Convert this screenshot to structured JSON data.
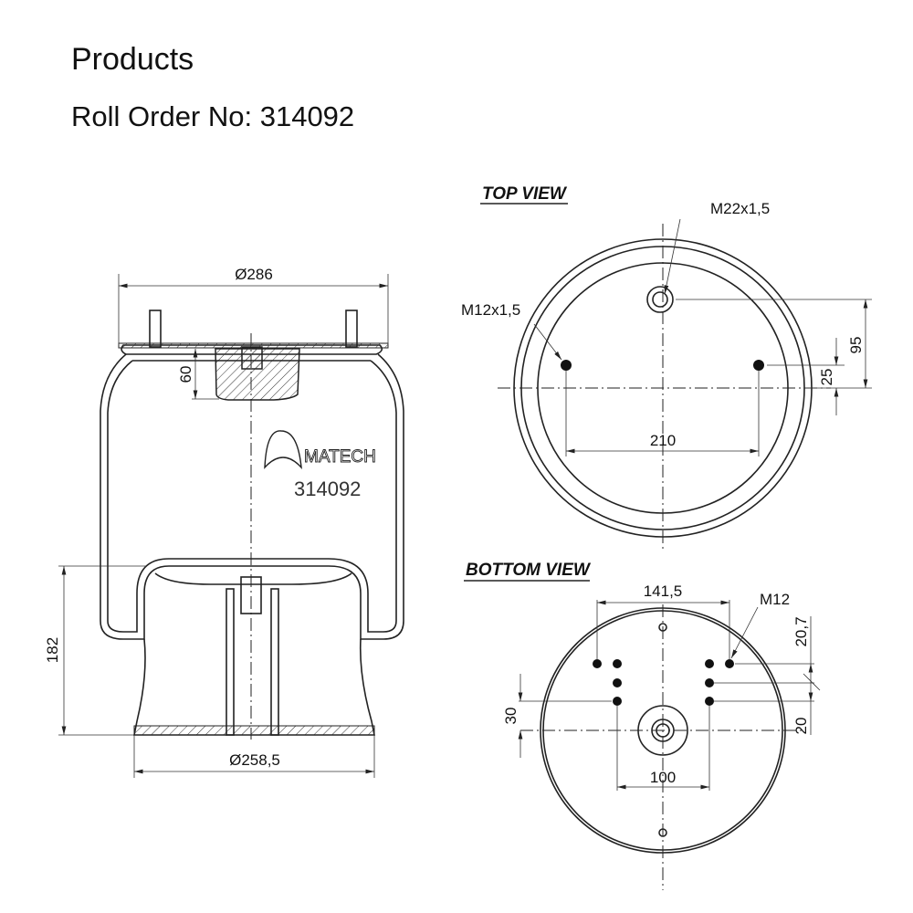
{
  "header": {
    "title": "Products",
    "subtitle": "Roll Order No: 314092"
  },
  "side_view": {
    "dim_top_diameter": "Ø286",
    "dim_block_height": "60",
    "dim_height": "182",
    "dim_bottom_diameter": "Ø258,5",
    "logo_text": "MATECH",
    "part_number": "314092"
  },
  "top_view": {
    "label": "TOP VIEW",
    "thread_center": "M22x1,5",
    "thread_studs": "M12x1,5",
    "dim_stud_spacing": "210",
    "dim_center_offset": "95",
    "dim_stud_offset": "25"
  },
  "bottom_view": {
    "label": "BOTTOM VIEW",
    "dim_outer_spacing": "141,5",
    "thread": "M12",
    "dim_row_spacing": "20,7",
    "dim_right_offset": "20",
    "dim_left_offset": "30",
    "dim_inner_spacing": "100"
  }
}
